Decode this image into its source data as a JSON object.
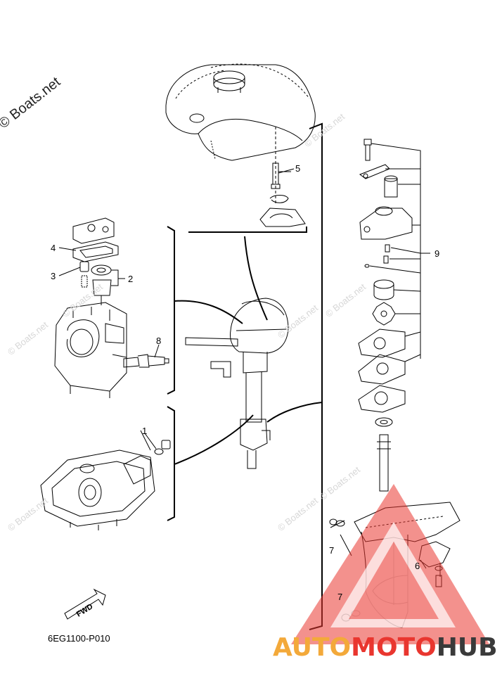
{
  "watermark_main": "© Boats.net",
  "watermark_faint": "© Boats.net",
  "diagram_code": "6EG1100-P010",
  "fwd_label": "FWD",
  "brand": {
    "part1": "AUTO",
    "part2": "MOTO",
    "part3": "HUB",
    "colors": {
      "auto": "#f3a93a",
      "moto": "#e9362f",
      "hub": "#3a3a3a"
    }
  },
  "callouts": {
    "c1": "1",
    "c2": "2",
    "c3": "3",
    "c4": "4",
    "c5": "5",
    "c6": "6",
    "c7a": "7",
    "c7b": "7",
    "c8": "8",
    "c9": "9"
  }
}
